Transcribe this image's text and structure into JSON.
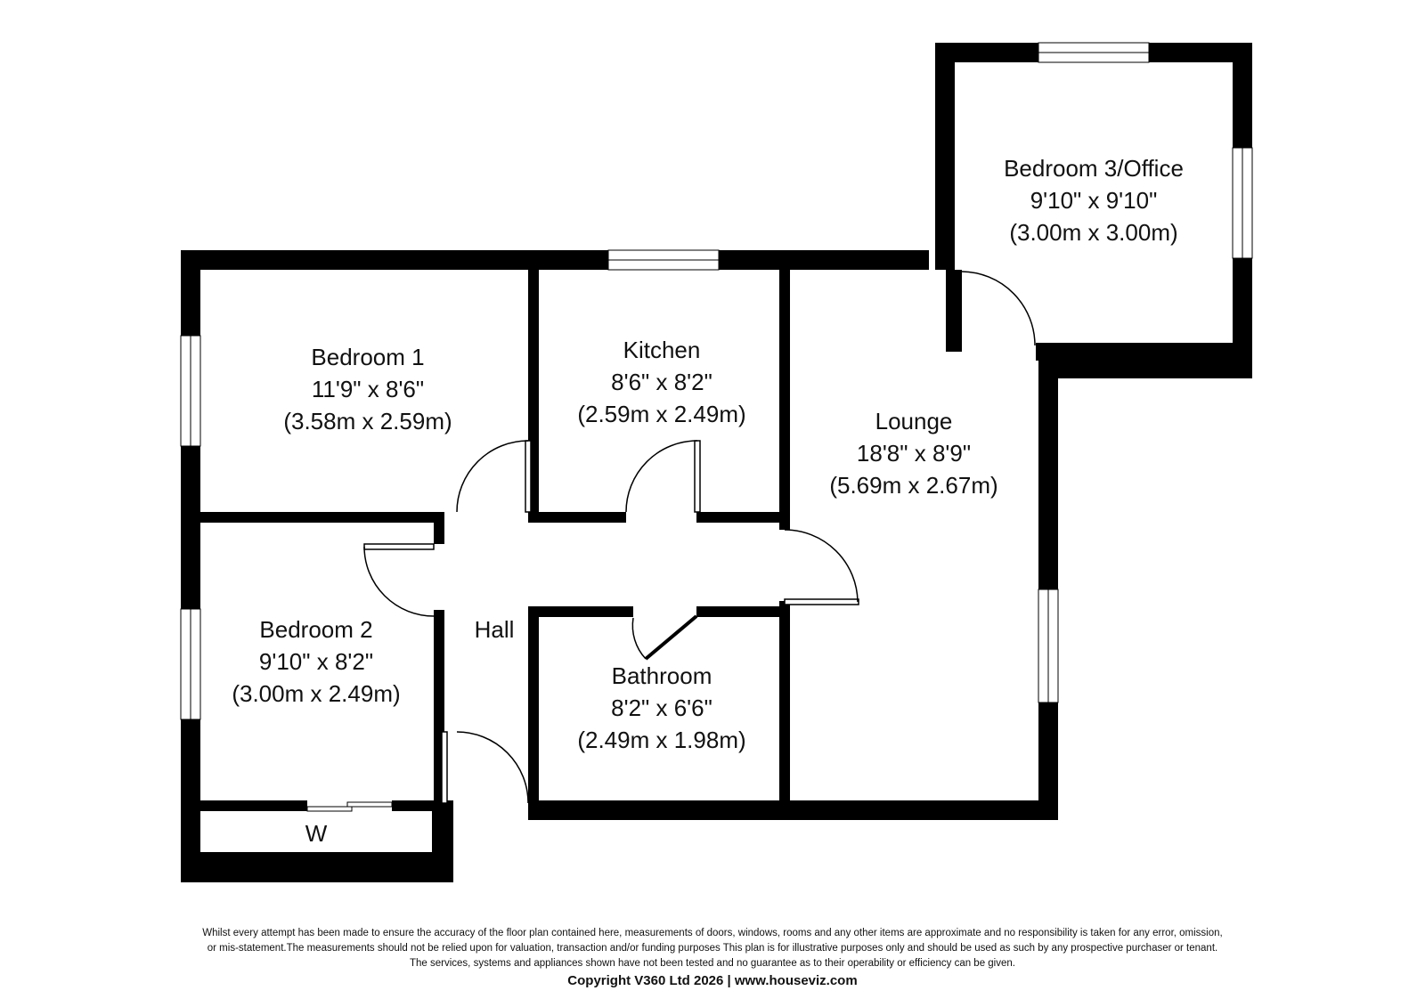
{
  "rooms": {
    "bedroom1": {
      "name": "Bedroom 1",
      "imperial": "11'9\" x 8'6\"",
      "metric": "(3.58m x 2.59m)"
    },
    "kitchen": {
      "name": "Kitchen",
      "imperial": "8'6\" x 8'2\"",
      "metric": "(2.59m x 2.49m)"
    },
    "bedroom3": {
      "name": "Bedroom 3/Office",
      "imperial": "9'10\" x 9'10\"",
      "metric": "(3.00m x 3.00m)"
    },
    "lounge": {
      "name": "Lounge",
      "imperial": "18'8\" x 8'9\"",
      "metric": "(5.69m x 2.67m)"
    },
    "bedroom2": {
      "name": "Bedroom 2",
      "imperial": "9'10\" x 8'2\"",
      "metric": "(3.00m x 2.49m)"
    },
    "hall": {
      "name": "Hall"
    },
    "bathroom": {
      "name": "Bathroom",
      "imperial": "8'2\" x 6'6\"",
      "metric": "(2.49m x 1.98m)"
    },
    "wardrobe": {
      "name": "W"
    }
  },
  "footer": {
    "disclaimer_line1": "Whilst every attempt has been made to ensure the accuracy of the floor plan contained here, measurements of doors, windows, rooms and any other items are approximate and no responsibility is taken for any error, omission,",
    "disclaimer_line2": "or mis-statement.The measurements should not be relied upon for valuation, transaction and/or funding purposes This plan is for illustrative purposes only and should be used as such by any prospective purchaser or tenant.",
    "disclaimer_line3": "The services, systems and appliances shown have not been tested and no guarantee as to their operability or efficiency can be given.",
    "copyright": "Copyright V360 Ltd 2026 | www.houseviz.com"
  }
}
